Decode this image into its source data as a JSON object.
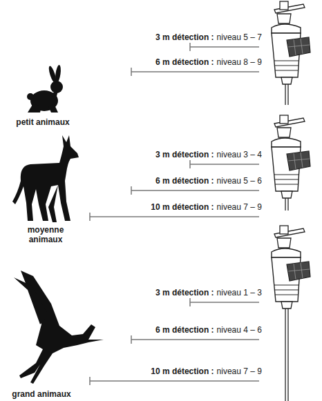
{
  "diagram": {
    "labels": [
      "3 m détection :",
      "niveau 5 – 7",
      "6 m détection :",
      "niveau 8 – 9",
      "petit animaux",
      "3 m détection :",
      "niveau 3 – 4",
      "6 m détection :",
      "niveau 5 – 6",
      "10 m détection :",
      "niveau 7 – 9",
      "moyenne animaux",
      "3 m détection :",
      "niveau 1 – 3",
      "6 m détection :",
      "niveau 4 – 6",
      "10 m détection :",
      "niveau 7 – 9",
      "grand animaux"
    ]
  }
}
